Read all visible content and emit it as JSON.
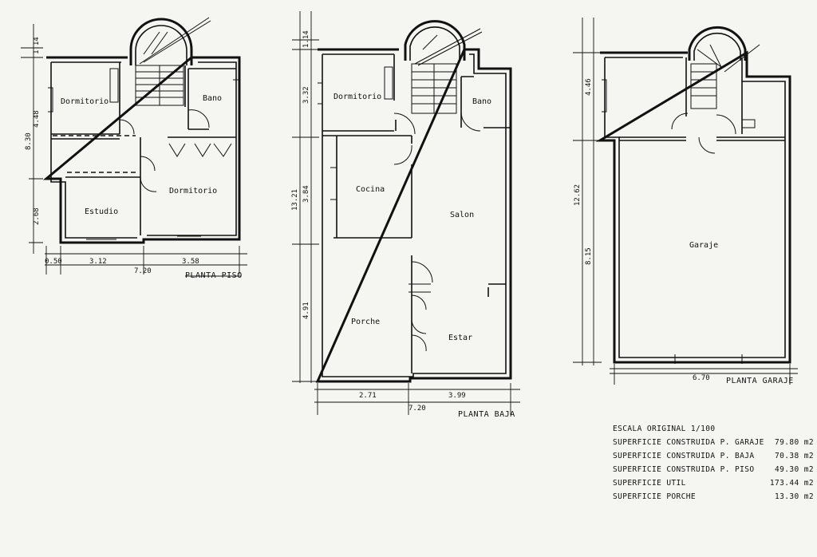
{
  "plans": {
    "piso": {
      "title": "PLANTA PISO",
      "rooms": [
        "Dormitorio",
        "Bano",
        "Estudio",
        "Dormitorio"
      ],
      "dims": {
        "v1": "1.14",
        "v2": "4.48",
        "v3": "8.30",
        "v4": "2.68",
        "h1": "0.50",
        "h2": "3.12",
        "h3": "7.20",
        "h4": "3.58"
      }
    },
    "baja": {
      "title": "PLANTA BAJA",
      "rooms": [
        "Dormitorio",
        "Bano",
        "Cocina",
        "Salon",
        "Porche",
        "Estar"
      ],
      "dims": {
        "v1": "1.14",
        "v2": "3.32",
        "v3": "3.84",
        "v4": "13.21",
        "v5": "4.91",
        "h1": "2.71",
        "h2": "3.99",
        "h3": "7.20"
      }
    },
    "garaje": {
      "title": "PLANTA GARAJE",
      "rooms": [
        "Garaje"
      ],
      "dims": {
        "v1": "4.46",
        "v2": "12.62",
        "v3": "8.15",
        "h1": "6.70"
      }
    }
  },
  "legend": {
    "scale": "ESCALA ORIGINAL 1/100",
    "rows": [
      {
        "label": "SUPERFICIE CONSTRUIDA P. GARAJE",
        "value": "79.80 m2"
      },
      {
        "label": "SUPERFICIE CONSTRUIDA P. BAJA",
        "value": "70.38 m2"
      },
      {
        "label": "SUPERFICIE CONSTRUIDA P. PISO",
        "value": "49.30 m2"
      },
      {
        "label": "SUPERFICIE UTIL",
        "value": "173.44 m2"
      },
      {
        "label": "SUPERFICIE PORCHE",
        "value": "13.30 m2"
      }
    ]
  }
}
